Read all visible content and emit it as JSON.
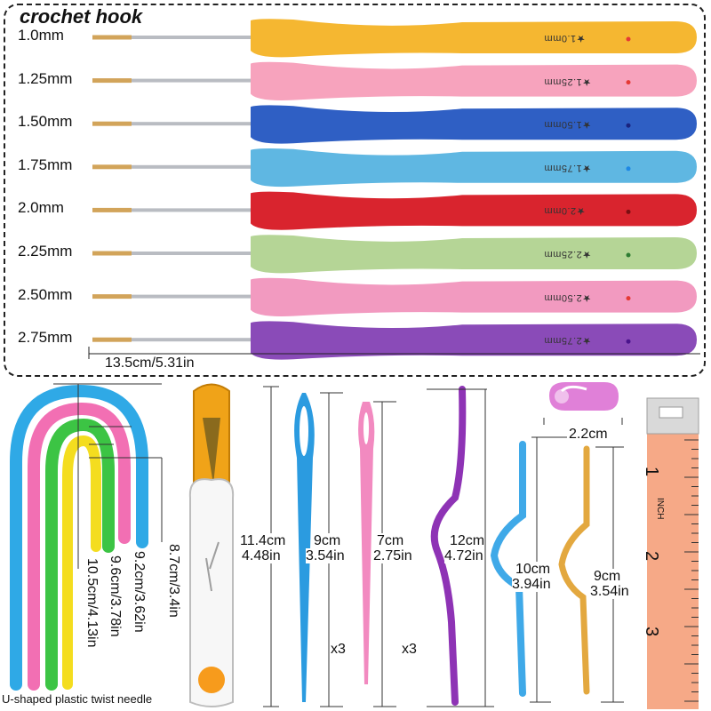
{
  "title": "crochet hook",
  "hooks": [
    {
      "label": "1.0mm",
      "marking": "★1.0mm",
      "color": "#f5b731",
      "dot": "#e53935"
    },
    {
      "label": "1.25mm",
      "marking": "★1.25mm",
      "color": "#f7a3bd",
      "dot": "#e53935"
    },
    {
      "label": "1.50mm",
      "marking": "★1.50mm",
      "color": "#2f5fc4",
      "dot": "#1a237e"
    },
    {
      "label": "1.75mm",
      "marking": "★1.75mm",
      "color": "#5fb7e2",
      "dot": "#1e88e5"
    },
    {
      "label": "2.0mm",
      "marking": "★2.0mm",
      "color": "#d9242e",
      "dot": "#7a0f12"
    },
    {
      "label": "2.25mm",
      "marking": "★2.25mm",
      "color": "#b5d596",
      "dot": "#2e7d32"
    },
    {
      "label": "2.50mm",
      "marking": "★2.50mm",
      "color": "#f29ac0",
      "dot": "#e53935"
    },
    {
      "label": "2.75mm",
      "marking": "★2.75mm",
      "color": "#8a4bb8",
      "dot": "#4a148c"
    }
  ],
  "hook_length": "13.5cm/5.31in",
  "twist_needles": {
    "caption": "U-shaped plastic twist needle",
    "sizes": [
      "10.5cm/4.13in",
      "9.6cm/3.78in",
      "9.2cm/3.62in",
      "8.7cm/3.4in"
    ]
  },
  "scissors": {
    "cm": "11.4cm",
    "in": "4.48in"
  },
  "blue_needle": {
    "cm": "9cm",
    "in": "3.54in",
    "qty": "x3"
  },
  "pink_needle": {
    "cm": "7cm",
    "in": "2.75in",
    "qty": "x3"
  },
  "purple_cable": {
    "cm": "12cm",
    "in": "4.72in"
  },
  "blue_cable": {
    "cm": "10cm",
    "in": "3.94in"
  },
  "gold_cable": {
    "cm": "9cm",
    "in": "3.54in"
  },
  "stitch_marker": {
    "size": "2.2cm"
  },
  "tape": {
    "inch_label": "INCH",
    "numbers": [
      "1",
      "2",
      "3"
    ]
  },
  "colors": {
    "shaft": "#b9bcc2",
    "gold": "#d2a45a",
    "accent_blue": "#29a3e0",
    "accent_pink": "#f25aa6",
    "accent_green": "#45c23a",
    "accent_yellow": "#f7df1e"
  }
}
